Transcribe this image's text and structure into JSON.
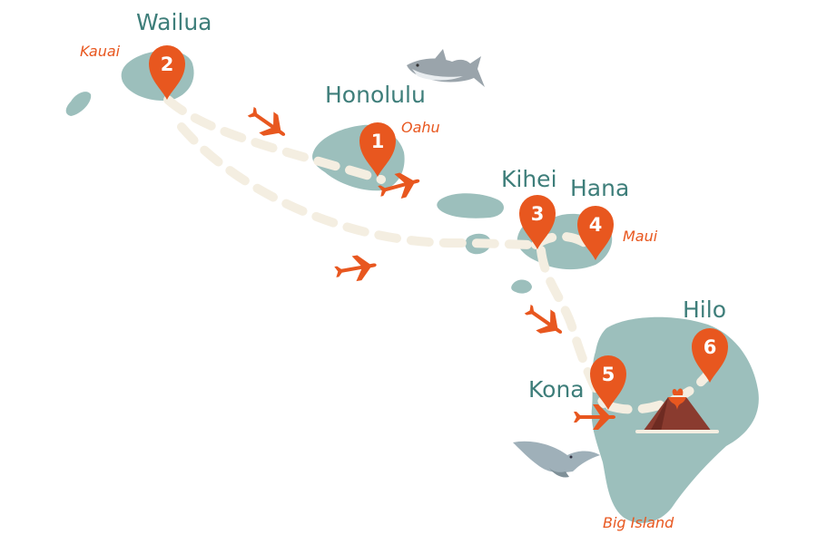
{
  "colors": {
    "land": "#9cbfbc",
    "route": "#f4eee1",
    "accent": "#e8571f",
    "city_text": "#3e7e7a"
  },
  "pins": [
    {
      "number": "1",
      "city": "Honolulu",
      "island": "Oahu"
    },
    {
      "number": "2",
      "city": "Wailua",
      "island": "Kauai"
    },
    {
      "number": "3",
      "city": "Kihei",
      "island": ""
    },
    {
      "number": "4",
      "city": "Hana",
      "island": "Maui"
    },
    {
      "number": "5",
      "city": "Kona",
      "island": ""
    },
    {
      "number": "6",
      "city": "Hilo",
      "island": "Big Island"
    }
  ],
  "icons": [
    "airplane-icon",
    "shark-icon",
    "manta-ray-icon",
    "volcano-icon",
    "map-pin-icon"
  ]
}
